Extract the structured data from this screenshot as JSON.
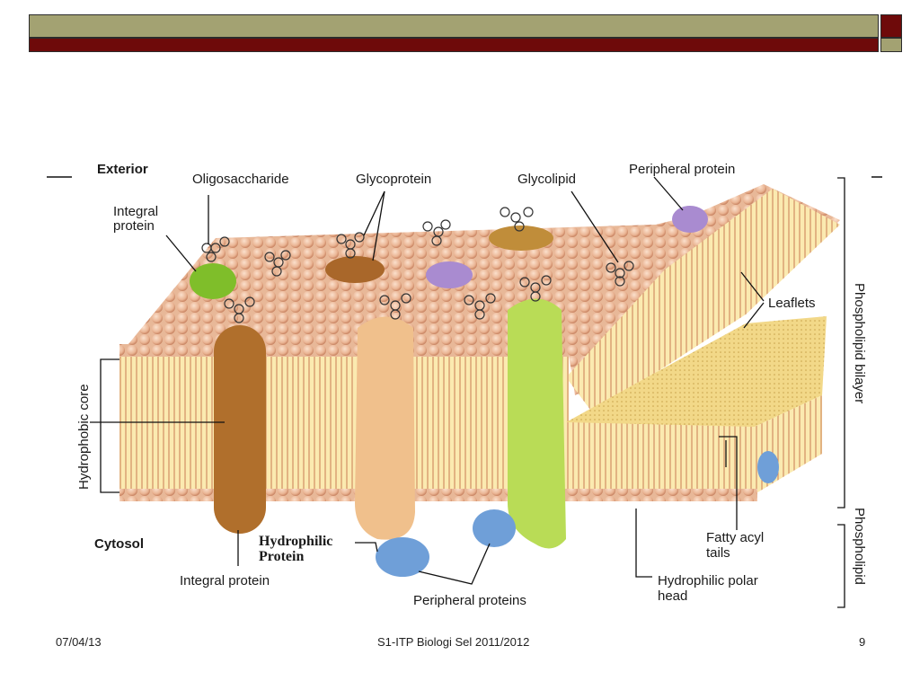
{
  "header": {
    "bar_color": "#a3a272",
    "accent_color": "#6e0a0a"
  },
  "diagram": {
    "labels": {
      "exterior": "Exterior",
      "integral_protein_top_1": "Integral",
      "integral_protein_top_2": "protein",
      "oligosaccharide": "Oligosaccharide",
      "glycoprotein": "Glycoprotein",
      "glycolipid": "Glycolipid",
      "peripheral_protein": "Peripheral protein",
      "leaflets": "Leaflets",
      "phospholipid_bilayer": "Phospholipid  bilayer",
      "phospholipid": "Phospholipid",
      "hydrophobic_core": "Hydrophobic core",
      "cytosol": "Cytosol",
      "hydrophilic_protein_1": "Hydrophilic",
      "hydrophilic_protein_2": "Protein",
      "integral_protein_bottom": "Integral protein",
      "peripheral_proteins": "Peripheral proteins",
      "fatty_acyl_1": "Fatty acyl",
      "fatty_acyl_2": "tails",
      "hydrophilic_polar_1": "Hydrophilic polar",
      "hydrophilic_polar_2": "head"
    }
  },
  "footer": {
    "date": "07/04/13",
    "course": "S1-ITP Biologi Sel 2011/2012",
    "page": "9"
  }
}
